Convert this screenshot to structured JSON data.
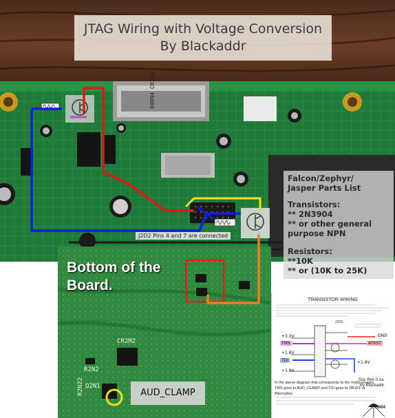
{
  "title": {
    "line1": "JTAG Wiring with Voltage Conversion",
    "line2": "By Blackaddr"
  },
  "parts_list": {
    "heading1": "Falcon/Zephyr/",
    "heading2": "Jasper Parts List",
    "transistors_label": "Transistors:",
    "transistor_1": "** 2N3904",
    "transistor_2": "** or other general",
    "transistor_3": "purpose NPN",
    "resistors_label": "Resistors:",
    "resistor_1": "**10K",
    "resistor_2": "** or (10K to 25K)"
  },
  "j2d2_note": "J2D2 Pins 4 and 7 are connected",
  "chip_marking": "08094 CHINA",
  "bottom_label": {
    "line1": "Bottom of the",
    "line2": "Board."
  },
  "board_labels": {
    "cr2m2": "CR2M2",
    "r2n2": "R2N2",
    "q2n1": "Q2N1",
    "r2n22": "R2N22"
  },
  "aud_clamp": "AUD_CLAMP",
  "transistor_wiring": {
    "title": "TRANSISTOR WIRING",
    "j2d2": "J2D2",
    "pin_3v3": "+3.3V",
    "pin_gnd": "GND",
    "pin_tms": "TMS",
    "pin_tdi": "TDI",
    "pin_atrst": "ATRST",
    "pin_18v": "+1.8V",
    "doc_rev": "Doc Rev 0.1a",
    "doc_by": "By Blackaddr",
    "part": "2N3904",
    "footer_1": "In the above diagram that corresponds to the mobo images",
    "footer_2": "TMS goes to AUD_CLAMP and TDI goes to DB1F1 or",
    "footer_3": "Alternative."
  },
  "colors": {
    "pcb": "#1f7a3a",
    "wire_red": "#e01818",
    "wire_blue": "#1020d8",
    "wire_yellow": "#f0e020",
    "wire_orange": "#f08018",
    "highlight_red": "#e02020",
    "highlight_yellow": "#f0e020"
  }
}
